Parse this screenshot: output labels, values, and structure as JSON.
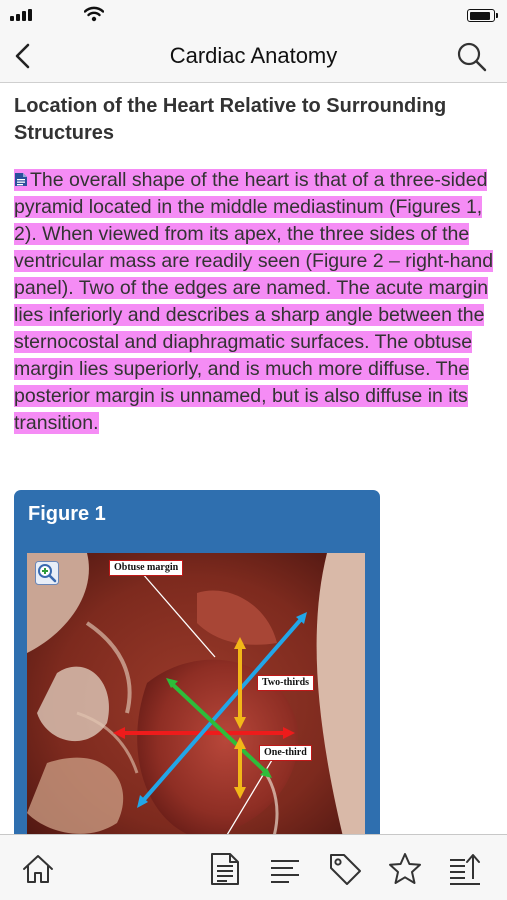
{
  "nav": {
    "title": "Cardiac Anatomy"
  },
  "section": {
    "heading": "Location of the Heart Relative to Surrounding Structures"
  },
  "paragraph": {
    "text": "The overall shape of the heart is that of a three-sided pyramid located in the middle mediastinum (Figures 1, 2). When viewed from its apex, the three sides of the ventricular mass are readily seen (Figure 2 – right-hand panel). Two of the edges are named. The acute margin lies inferiorly and describes a sharp angle between the sternocostal and diaphragmatic surfaces. The obtuse margin lies superiorly, and is much more diffuse. The posterior margin is unnamed, but is also diffuse in its transition."
  },
  "figure": {
    "title": "Figure 1",
    "labels": {
      "obtuse": "Obtuse margin",
      "two_thirds": "Two-thirds",
      "one_third": "One-third"
    }
  },
  "status": {
    "battery_level": 0.92
  },
  "colors": {
    "highlight": "#f58cf5",
    "figure_header": "#2f6faf"
  },
  "icons": {
    "back": "chevron-left-icon",
    "search": "search-icon",
    "home": "home-icon",
    "document": "document-icon",
    "outline": "list-icon",
    "tag": "tag-icon",
    "favorite": "star-icon",
    "sort": "sort-icon",
    "zoom": "zoom-in-icon"
  }
}
